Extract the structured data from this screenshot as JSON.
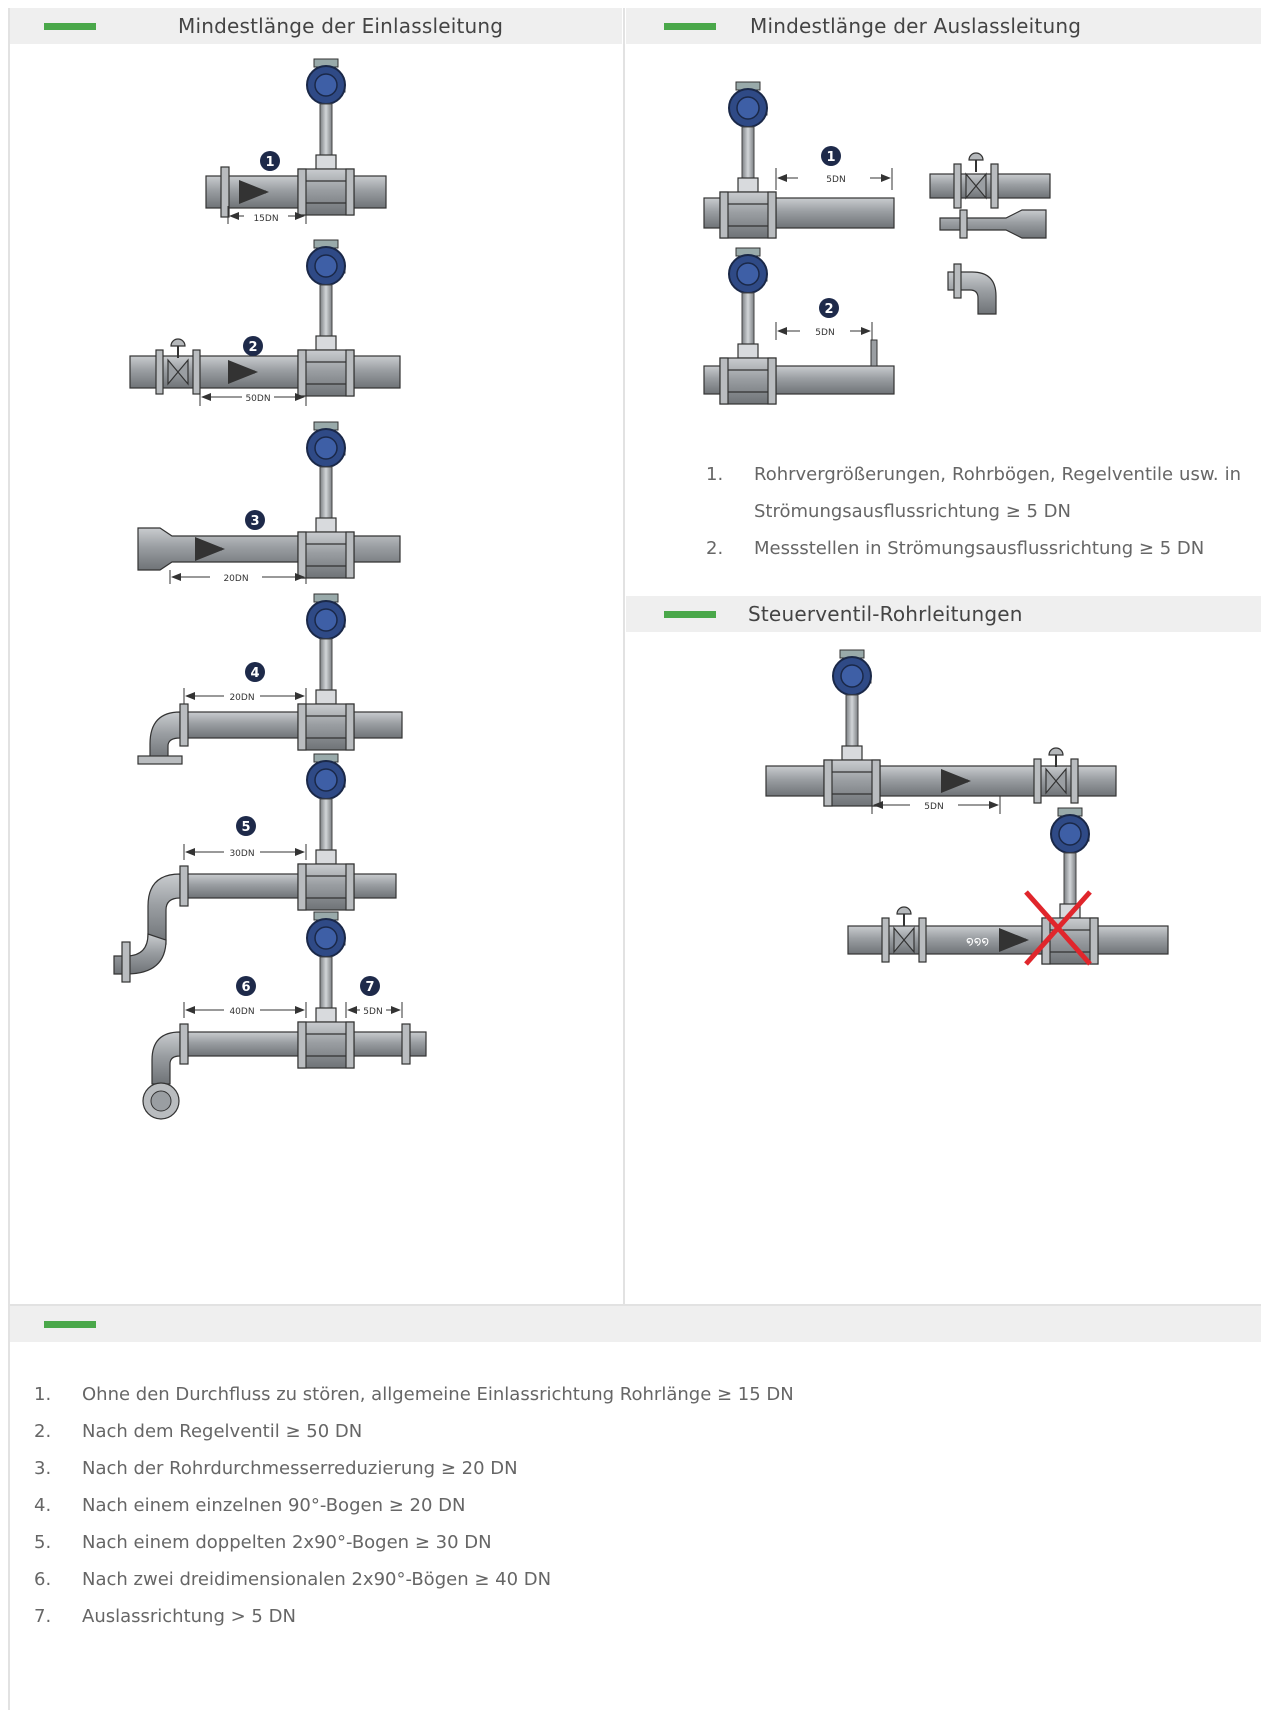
{
  "inlet": {
    "title": "Mindestlänge der Einlassleitung",
    "markers": [
      "1",
      "2",
      "3",
      "4",
      "5",
      "6",
      "7"
    ],
    "dims": [
      "15DN",
      "50DN",
      "20DN",
      "20DN",
      "30DN",
      "40DN",
      "5DN"
    ]
  },
  "outlet": {
    "title": "Mindestlänge der Auslassleitung",
    "markers": [
      "1",
      "2"
    ],
    "dims": [
      "5DN",
      "5DN"
    ],
    "items": [
      {
        "num": "1.",
        "text": "Rohrvergrößerungen, Rohrbögen, Regelventile usw. in Strömungsausflussrichtung ≥ 5 DN"
      },
      {
        "num": "2.",
        "text": "Messstellen in Strömungsausflussrichtung ≥ 5 DN"
      }
    ]
  },
  "control": {
    "title": "Steuerventil-Rohrleitungen",
    "dim": "5DN"
  },
  "notes": {
    "title": "",
    "items": [
      {
        "num": "1.",
        "text": "Ohne den Durchfluss zu stören, allgemeine Einlassrichtung Rohrlänge ≥ 15 DN"
      },
      {
        "num": "2.",
        "text": "Nach dem Regelventil ≥ 50 DN"
      },
      {
        "num": "3.",
        "text": "Nach der Rohrdurchmesserreduzierung ≥ 20 DN"
      },
      {
        "num": "4.",
        "text": "Nach einem einzelnen 90°-Bogen ≥ 20 DN"
      },
      {
        "num": "5.",
        "text": "Nach einem doppelten 2x90°-Bogen ≥ 30 DN"
      },
      {
        "num": "6.",
        "text": "Nach zwei dreidimensionalen 2x90°-Bögen ≥ 40 DN"
      },
      {
        "num": "7.",
        "text": "Auslassrichtung > 5 DN"
      }
    ]
  },
  "colors": {
    "accent_bar": "#4aa84a",
    "header_bg": "#efefef",
    "pipe": "#8a8e92",
    "meter": "#2f4a86",
    "marker": "#1e2a4a",
    "cross": "#e0262c"
  }
}
